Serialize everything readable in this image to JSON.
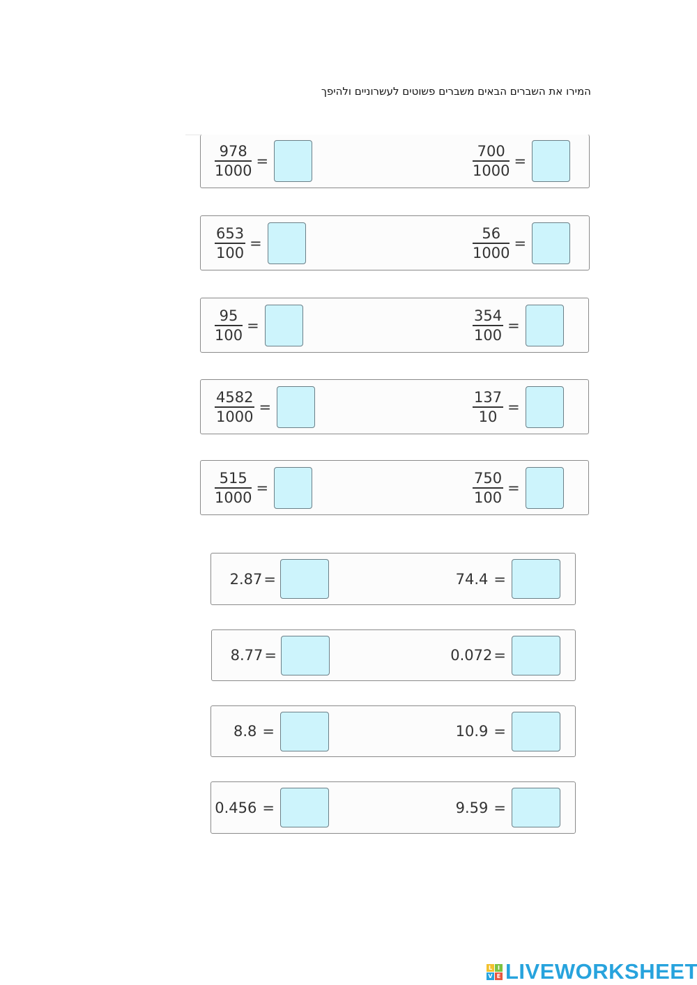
{
  "instruction": "המירו את השברים הבאים משברים פשוטים לעשרוניים ולהיפך",
  "fraction_rows": [
    {
      "left": {
        "num": "978",
        "den": "1000"
      },
      "right": {
        "num": "700",
        "den": "1000"
      }
    },
    {
      "left": {
        "num": "653",
        "den": "100"
      },
      "right": {
        "num": "56",
        "den": "1000"
      }
    },
    {
      "left": {
        "num": "95",
        "den": "100"
      },
      "right": {
        "num": "354",
        "den": "100"
      }
    },
    {
      "left": {
        "num": "4582",
        "den": "1000"
      },
      "right": {
        "num": "137",
        "den": "10"
      }
    },
    {
      "left": {
        "num": "515",
        "den": "1000"
      },
      "right": {
        "num": "750",
        "den": "100"
      }
    }
  ],
  "decimal_rows": [
    {
      "left": "2.87",
      "right": "74.4"
    },
    {
      "left": "8.77",
      "right": "0.072"
    },
    {
      "left": "8.8",
      "right": "10.9"
    },
    {
      "left": "0.456",
      "right": "9.59"
    }
  ],
  "equals_sign": "=",
  "answer_box_color": "#cdf4fc",
  "logo": {
    "text": "LIVEWORKSHEETS",
    "badge_letters": [
      "L",
      "I",
      "V",
      "E"
    ],
    "badge_colors": [
      "#f2c12e",
      "#7cc242",
      "#27a3dd",
      "#e8563f"
    ]
  }
}
